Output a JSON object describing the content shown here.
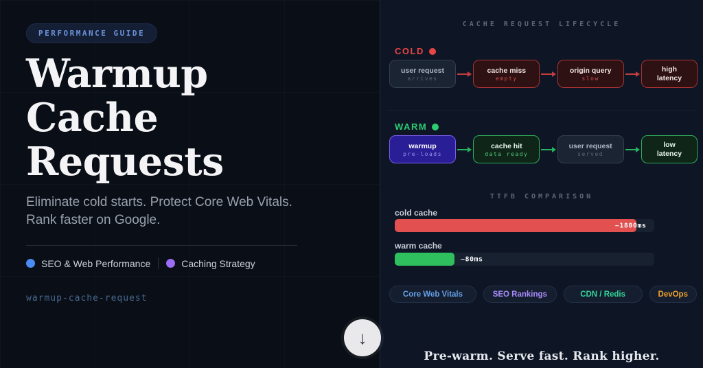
{
  "left": {
    "badge": "PERFORMANCE GUIDE",
    "title_line1": "Warmup Cache",
    "title_line2": "Requests",
    "subtitle_line1": "Eliminate cold starts. Protect Core Web Vitals.",
    "subtitle_line2": "Rank faster on Google.",
    "tags": [
      {
        "label": "SEO & Web Performance",
        "dot_color": "#4a8df2"
      },
      {
        "label": "Caching Strategy",
        "dot_color": "#9b6cf6"
      }
    ],
    "slug": "warmup-cache-request",
    "scroll_button_glyph": "↓"
  },
  "lifecycle": {
    "header": "CACHE REQUEST LIFECYCLE",
    "cold": {
      "label": "COLD",
      "color": "#e84545",
      "steps": [
        {
          "label": "user request",
          "sub": "arrives"
        },
        {
          "label": "cache miss",
          "sub": "empty"
        },
        {
          "label": "origin query",
          "sub": "slow"
        },
        {
          "label": "high latency",
          "sub": ""
        }
      ]
    },
    "warm": {
      "label": "WARM",
      "color": "#2ecc71",
      "steps": [
        {
          "label": "warmup",
          "sub": "pre-loads"
        },
        {
          "label": "cache hit",
          "sub": "data ready"
        },
        {
          "label": "user request",
          "sub": "served"
        },
        {
          "label": "low latency",
          "sub": ""
        }
      ]
    }
  },
  "ttfb": {
    "header": "TTFB COMPARISON",
    "bars": [
      {
        "label": "cold cache",
        "value": "~1800ms",
        "pct": 93,
        "color": "#e25050"
      },
      {
        "label": "warm cache",
        "value": "~80ms",
        "pct": 23,
        "color": "#2fbf5f"
      }
    ]
  },
  "chips": [
    {
      "label": "Core Web Vitals",
      "color": "#64a0e8"
    },
    {
      "label": "SEO Rankings",
      "color": "#a78bfa"
    },
    {
      "label": "CDN / Redis",
      "color": "#34d399"
    },
    {
      "label": "DevOps",
      "color": "#f0a030"
    }
  ],
  "tagline": "Pre-warm. Serve fast. Rank higher.",
  "chart_data": {
    "type": "bar",
    "title": "TTFB COMPARISON",
    "categories": [
      "cold cache",
      "warm cache"
    ],
    "values": [
      1800,
      80
    ],
    "unit": "ms",
    "value_labels": [
      "~1800ms",
      "~80ms"
    ],
    "colors": [
      "#e25050",
      "#2fbf5f"
    ],
    "orientation": "horizontal"
  }
}
